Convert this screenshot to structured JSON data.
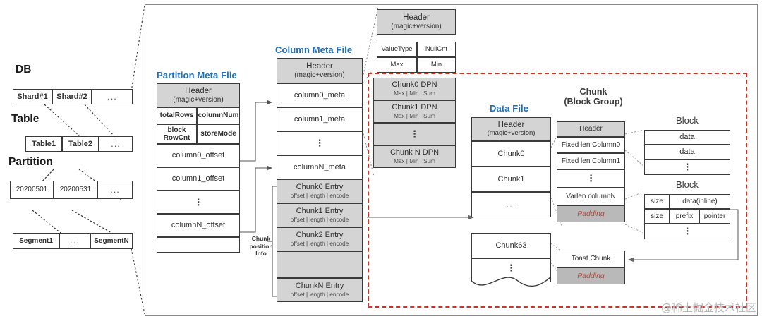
{
  "hierarchy": {
    "labels": {
      "db": "DB",
      "table": "Table",
      "partition": "Partition"
    },
    "shard_row": [
      "Shard#1",
      "Shard#2",
      "..."
    ],
    "table_row": [
      "Table1",
      "Table2",
      "..."
    ],
    "partition_row": [
      "20200501",
      "20200531",
      "..."
    ],
    "segment_row": [
      "Segment1",
      "...",
      "SegmentN"
    ]
  },
  "partition_meta": {
    "title": "Partition Meta File",
    "header": {
      "line1": "Header",
      "line2": "(magic+version)"
    },
    "fields": [
      {
        "left": "totalRows",
        "right": "columnNum"
      },
      {
        "left": "block\nRowCnt",
        "left_l1": "block",
        "left_l2": "RowCnt",
        "right": "storeMode"
      }
    ],
    "offsets": [
      "column0_offset",
      "column1_offset",
      "⋮",
      "columnN_offset"
    ]
  },
  "column_meta": {
    "title": "Column Meta File",
    "header": {
      "line1": "Header",
      "line2": "(magic+version)"
    },
    "metas": [
      "column0_meta",
      "column1_meta",
      "⋮",
      "columnN_meta"
    ],
    "chunk_entry_sub": "offset | length | encode",
    "entries": [
      "Chunk0 Entry",
      "Chunk1 Entry",
      "Chunk2 Entry",
      "",
      "ChunkN Entry"
    ],
    "chunk_position_info": "Chunk\nposition\nInfo",
    "chunk_position_info_lines": [
      "Chunk",
      "position",
      "Info"
    ]
  },
  "column_meta_detail": {
    "header": {
      "line1": "Header",
      "line2": "(magic+version)"
    },
    "row1": {
      "left": "ValueType",
      "right": "NullCnt"
    },
    "row2": {
      "left": "Max",
      "right": "Min"
    },
    "dpn_sub": "Max | Min | Sum",
    "dpns": [
      "Chunk0 DPN",
      "Chunk1 DPN",
      "⋮",
      "Chunk N DPN"
    ]
  },
  "data_file": {
    "title": "Data File",
    "header": {
      "line1": "Header",
      "line2": "(magic+version)"
    },
    "chunks": [
      "Chunk0",
      "Chunk1",
      "...",
      "Chunk63",
      "⋮"
    ]
  },
  "chunk_group": {
    "title_line1": "Chunk",
    "title_line2": "(Block Group)",
    "rows": [
      "Header",
      "Fixed len Column0",
      "Fixed len Column1",
      "⋮",
      "Varlen columnN",
      "Padding"
    ],
    "toast": "Toast Chunk",
    "toast_padding": "Padding"
  },
  "block_fixed": {
    "title": "Block",
    "rows": [
      "data",
      "data",
      "⋮"
    ]
  },
  "block_varlen": {
    "title": "Block",
    "row1": {
      "size": "size",
      "data": "data(inline)"
    },
    "row2": {
      "size": "size",
      "prefix": "prefix",
      "pointer": "pointer"
    },
    "row3": "⋮"
  },
  "watermark": "@稀土掘金技术社区",
  "colors": {
    "title_blue": "#1f6fb2",
    "gray_fill": "#d4d4d4",
    "dark_gray_fill": "#b9b9b9",
    "red_dashed": "#c0392b",
    "padding_text": "#b4453c",
    "border": "#3a3a3a"
  }
}
